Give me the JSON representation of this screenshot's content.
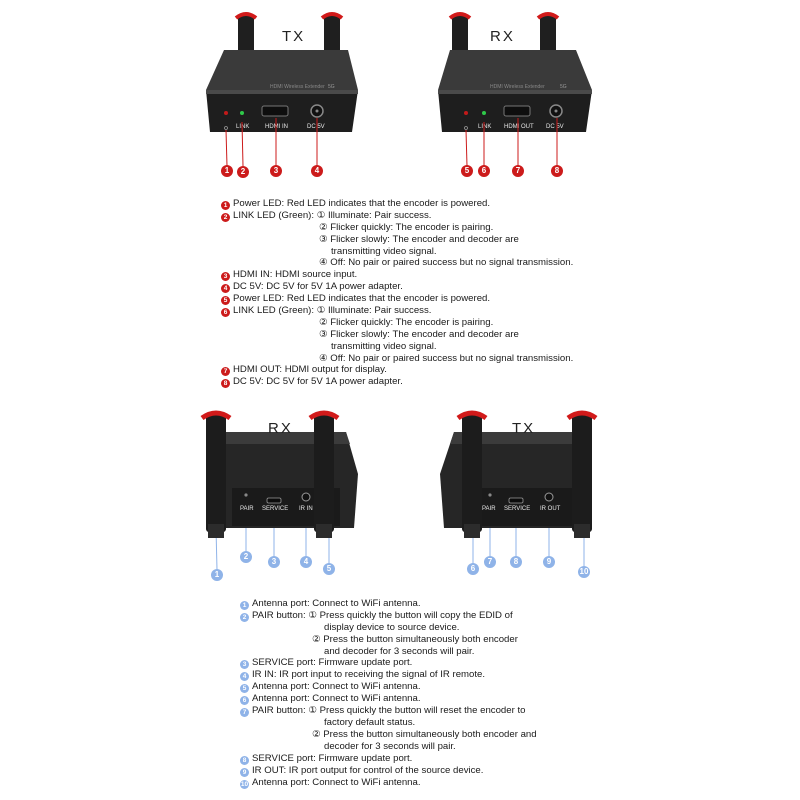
{
  "top": {
    "tx": {
      "title": "TX",
      "model_text": "HDMI Wireless Extender",
      "badge": "5G",
      "ports": [
        "LINK",
        "HDMI IN",
        "DC 5V"
      ]
    },
    "rx": {
      "title": "RX",
      "model_text": "HDMI Wireless Extender",
      "badge": "5G",
      "ports": [
        "LINK",
        "HDMI OUT",
        "DC 5V"
      ]
    },
    "markers": [
      "1",
      "2",
      "3",
      "4",
      "5",
      "6",
      "7",
      "8"
    ],
    "legend": [
      {
        "num": "1",
        "text": "Power LED: Red LED indicates that the encoder is powered."
      },
      {
        "num": "2",
        "text": "LINK LED (Green): ① Illuminate: Pair success."
      },
      {
        "num": "",
        "text": "② Flicker quickly: The encoder is pairing.",
        "indent": 1
      },
      {
        "num": "",
        "text": "③ Flicker slowly: The encoder and decoder are",
        "indent": 1
      },
      {
        "num": "",
        "text": "transmitting video signal.",
        "indent": 2
      },
      {
        "num": "",
        "text": "④ Off: No pair or paired success but no signal transmission.",
        "indent": 1
      },
      {
        "num": "3",
        "text": "HDMI IN: HDMI source input."
      },
      {
        "num": "4",
        "text": "DC 5V: DC 5V for 5V 1A power adapter."
      },
      {
        "num": "5",
        "text": "Power LED: Red LED indicates that the encoder is powered."
      },
      {
        "num": "6",
        "text": "LINK LED (Green): ① Illuminate: Pair success."
      },
      {
        "num": "",
        "text": "② Flicker quickly: The encoder is pairing.",
        "indent": 1
      },
      {
        "num": "",
        "text": "③ Flicker slowly: The encoder and decoder are",
        "indent": 1
      },
      {
        "num": "",
        "text": "transmitting video signal.",
        "indent": 2
      },
      {
        "num": "",
        "text": "④ Off: No pair or paired success but no signal transmission.",
        "indent": 1
      },
      {
        "num": "7",
        "text": "HDMI OUT: HDMI output for display."
      },
      {
        "num": "8",
        "text": "DC 5V: DC 5V for 5V 1A power adapter."
      }
    ]
  },
  "bottom": {
    "rx": {
      "title": "RX",
      "ports": [
        "PAIR",
        "SERVICE",
        "IR IN"
      ]
    },
    "tx": {
      "title": "TX",
      "ports": [
        "PAIR",
        "SERVICE",
        "IR OUT"
      ]
    },
    "markers": [
      "1",
      "2",
      "3",
      "4",
      "5",
      "6",
      "7",
      "8",
      "9",
      "10"
    ],
    "legend": [
      {
        "num": "1",
        "text": "Antenna port: Connect to WiFi antenna."
      },
      {
        "num": "2",
        "text": "PAIR button: ① Press quickly the button will copy the EDID of"
      },
      {
        "num": "",
        "text": "display device to source device.",
        "indent": 2
      },
      {
        "num": "",
        "text": "② Press the button simultaneously both encoder",
        "indent": 1
      },
      {
        "num": "",
        "text": "and decoder for 3 seconds will pair.",
        "indent": 2
      },
      {
        "num": "3",
        "text": "SERVICE port: Firmware update port."
      },
      {
        "num": "4",
        "text": "IR  IN: IR port input to receiving the signal of IR remote."
      },
      {
        "num": "5",
        "text": "Antenna port: Connect to WiFi antenna."
      },
      {
        "num": "6",
        "text": "Antenna port: Connect to WiFi antenna."
      },
      {
        "num": "7",
        "text": "PAIR button: ① Press quickly the button will reset the encoder to"
      },
      {
        "num": "",
        "text": "factory default status.",
        "indent": 2
      },
      {
        "num": "",
        "text": "② Press the button simultaneously both encoder and",
        "indent": 1
      },
      {
        "num": "",
        "text": "decoder for 3 seconds will pair.",
        "indent": 2
      },
      {
        "num": "8",
        "text": "SERVICE port: Firmware update port."
      },
      {
        "num": "9",
        "text": "IR OUT: IR port output for control of the source device."
      },
      {
        "num": "10",
        "text": "Antenna port: Connect to WiFi antenna."
      }
    ]
  },
  "colors": {
    "marker_red": "#cc1b1b",
    "marker_blue": "#8fb3e8",
    "device_body": "#2a2a2a",
    "antenna_cap": "#d11a1a"
  }
}
